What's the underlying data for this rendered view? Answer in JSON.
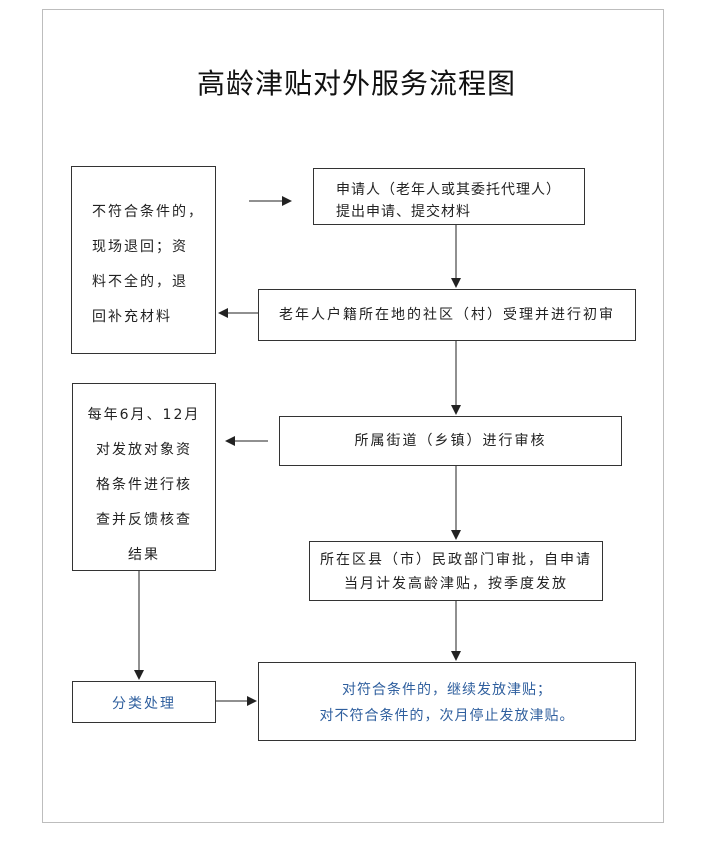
{
  "title": "高龄津贴对外服务流程图",
  "nodes": {
    "applicant": "申请人（老年人或其委托代理人）\n提出申请、提交材料",
    "reject": "不符合条件的，\n现场退回；资\n料不全的，退\n回补充材料",
    "community": "老年人户籍所在地的社区（村）受理并进行初审",
    "review_info": "每年6月、12月\n对发放对象资\n格条件进行核\n查并反馈核查\n结果",
    "street": "所属街道（乡镇）进行审核",
    "civil": "所在区县（市）民政部门审批，自申请\n当月计发高龄津贴，按季度发放",
    "classify": "分类处理",
    "result": "对符合条件的，继续发放津贴；\n对不符合条件的，次月停止发放津贴。"
  },
  "colors": {
    "line": "#222222",
    "blue_text": "#2f5f9e",
    "border": "#333333"
  }
}
